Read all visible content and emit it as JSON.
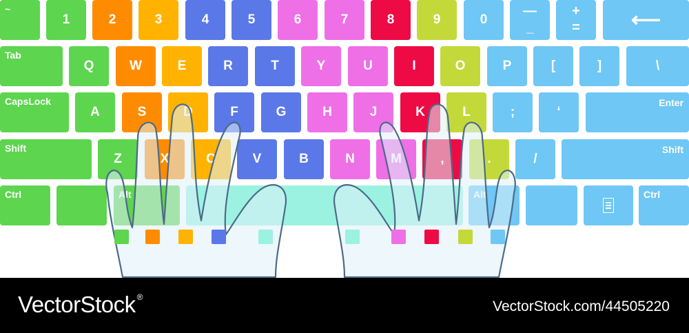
{
  "palette": {
    "green": "#5dd54f",
    "orange": "#ff8c00",
    "yellow": "#ffb300",
    "blue": "#5b78e8",
    "pink": "#ef6fe6",
    "red": "#ee0b45",
    "lime": "#c3d93a",
    "sky": "#6ec7f4",
    "mint": "#9bf2e1"
  },
  "keyboard": {
    "rows": [
      [
        {
          "label": "~",
          "color": "green",
          "style": "corner"
        },
        {
          "label": "1",
          "color": "green"
        },
        {
          "label": "2",
          "color": "orange"
        },
        {
          "label": "3",
          "color": "yellow"
        },
        {
          "label": "4",
          "color": "blue"
        },
        {
          "label": "5",
          "color": "blue"
        },
        {
          "label": "6",
          "color": "pink"
        },
        {
          "label": "7",
          "color": "pink"
        },
        {
          "label": "8",
          "color": "red"
        },
        {
          "label": "9",
          "color": "lime"
        },
        {
          "label": "0",
          "color": "sky"
        },
        {
          "label": "_",
          "label2": "—",
          "color": "sky",
          "style": "stack"
        },
        {
          "label": "+",
          "label2": "=",
          "color": "sky",
          "style": "stack"
        },
        {
          "label": "⟵",
          "color": "sky",
          "icon": "backspace-arrow-icon"
        }
      ],
      [
        {
          "label": "Tab",
          "color": "green",
          "style": "corner"
        },
        {
          "label": "Q",
          "color": "green"
        },
        {
          "label": "W",
          "color": "orange"
        },
        {
          "label": "E",
          "color": "yellow"
        },
        {
          "label": "R",
          "color": "blue"
        },
        {
          "label": "T",
          "color": "blue"
        },
        {
          "label": "Y",
          "color": "pink"
        },
        {
          "label": "U",
          "color": "pink"
        },
        {
          "label": "I",
          "color": "red"
        },
        {
          "label": "O",
          "color": "lime"
        },
        {
          "label": "P",
          "color": "sky"
        },
        {
          "label": "[",
          "color": "sky"
        },
        {
          "label": "]",
          "color": "sky"
        },
        {
          "label": "\\",
          "color": "sky"
        }
      ],
      [
        {
          "label": "CapsLock",
          "color": "green",
          "style": "corner"
        },
        {
          "label": "A",
          "color": "green"
        },
        {
          "label": "S",
          "color": "orange"
        },
        {
          "label": "D",
          "color": "yellow"
        },
        {
          "label": "F",
          "color": "blue"
        },
        {
          "label": "G",
          "color": "blue"
        },
        {
          "label": "H",
          "color": "pink"
        },
        {
          "label": "J",
          "color": "pink"
        },
        {
          "label": "K",
          "color": "red"
        },
        {
          "label": "L",
          "color": "lime"
        },
        {
          "label": ";",
          "color": "sky"
        },
        {
          "label": "‘",
          "color": "sky"
        },
        {
          "label": "Enter",
          "color": "sky",
          "style": "corner-r"
        }
      ],
      [
        {
          "label": "Shift",
          "color": "green",
          "style": "corner"
        },
        {
          "label": "Z",
          "color": "green"
        },
        {
          "label": "X",
          "color": "orange"
        },
        {
          "label": "C",
          "color": "yellow"
        },
        {
          "label": "V",
          "color": "blue"
        },
        {
          "label": "B",
          "color": "blue"
        },
        {
          "label": "N",
          "color": "pink"
        },
        {
          "label": "M",
          "color": "pink"
        },
        {
          "label": ",",
          "color": "red"
        },
        {
          "label": ".",
          "color": "lime"
        },
        {
          "label": "/",
          "color": "sky"
        },
        {
          "label": "Shift",
          "color": "sky",
          "style": "corner-r"
        }
      ],
      [
        {
          "label": "Ctrl",
          "color": "green",
          "style": "corner"
        },
        {
          "label": "",
          "color": "green"
        },
        {
          "label": "Alt",
          "color": "green",
          "style": "corner"
        },
        {
          "label": "",
          "color": "mint",
          "name": "spacebar"
        },
        {
          "label": "Alt",
          "color": "sky",
          "style": "corner"
        },
        {
          "label": "",
          "color": "sky"
        },
        {
          "label": "",
          "color": "sky",
          "icon": "menu-icon"
        },
        {
          "label": "Ctrl",
          "color": "sky",
          "style": "corner"
        }
      ]
    ]
  },
  "finger_dots": {
    "left": [
      "green",
      "orange",
      "yellow",
      "blue",
      "mint"
    ],
    "right": [
      "mint",
      "pink",
      "red",
      "lime",
      "sky"
    ]
  },
  "footer": {
    "brand": "VectorStock",
    "brand_mark": "®",
    "credit": "VectorStock.com/44505220"
  }
}
